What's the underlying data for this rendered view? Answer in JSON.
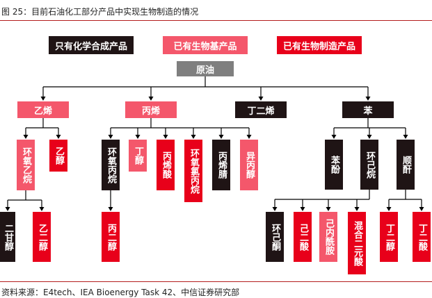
{
  "figure": {
    "title": "图 25：目前石油化工部分产品中实现生物制造的情况",
    "source": "资料来源：E4tech、IEA Bioenergy Task 42、中信证券研究部"
  },
  "legend": {
    "chemical": "只有化学合成产品",
    "bio_based": "已有生物基产品",
    "bio_manufactured": "已有生物制造产品"
  },
  "colors": {
    "chemical": "#1f1415",
    "bio_based": "#f4576b",
    "bio_manufactured": "#e8001a",
    "root": "#7f7f7f",
    "line": "#000000"
  },
  "nodes": {
    "root": "原油",
    "ethylene": "乙烯",
    "propylene": "丙烯",
    "butadiene": "丁二烯",
    "benzene": "苯",
    "ethylene_oxide": "环氧乙烷",
    "ethanol": "乙醇",
    "propylene_oxide": "环氧丙烷",
    "butanol": "丁醇",
    "acrylic_acid": "丙烯酸",
    "epichlorohydrin": "环氧氯丙烷",
    "acrylonitrile": "丙烯腈",
    "isopropanol": "异丙醇",
    "phenol": "苯酚",
    "cyclohexane": "环己烷",
    "maleic_anhydride": "顺酐",
    "diethylene_glycol": "二甘醇",
    "ethylene_glycol": "乙二醇",
    "propylene_glycol": "丙二醇",
    "cyclohexanone": "环己酮",
    "adipic_acid": "己二酸",
    "caprolactam": "己内酰胺",
    "mixed_diacids": "混合二元酸",
    "butanediol": "丁二醇",
    "succinic_acid": "丁二酸"
  }
}
